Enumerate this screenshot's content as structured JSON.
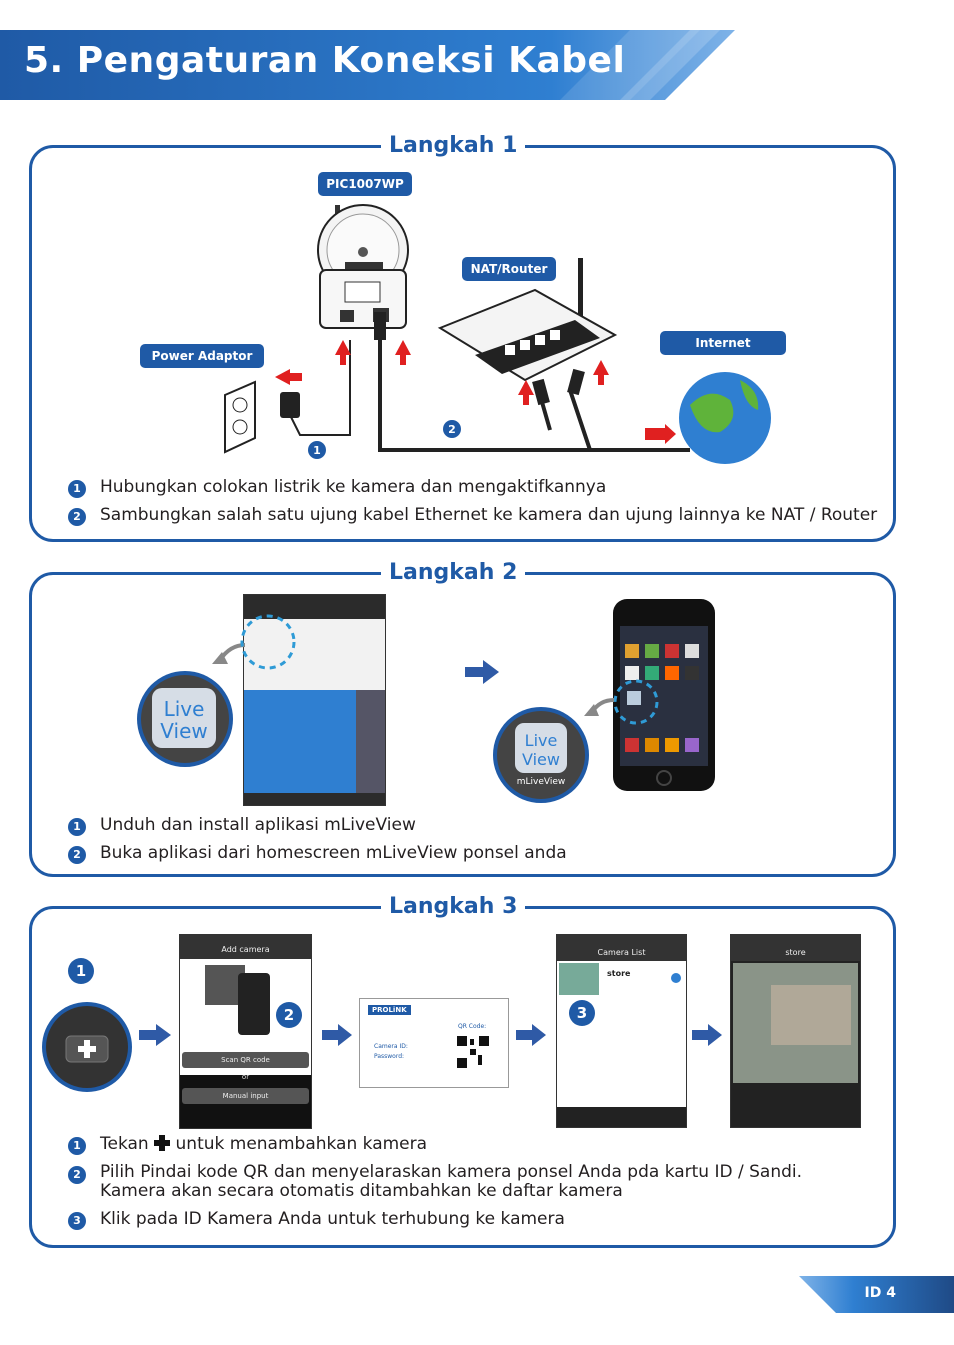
{
  "header": {
    "title": "5. Pengaturan Koneksi Kabel"
  },
  "step1": {
    "title": "Langkah 1",
    "labels": {
      "camera": "PIC1007WP",
      "router": "NAT/Router",
      "internet": "Internet",
      "adaptor": "Power Adaptor"
    },
    "markers": [
      "1",
      "2"
    ],
    "items": [
      {
        "num": "1",
        "text": "Hubungkan colokan listrik ke kamera dan mengaktifkannya"
      },
      {
        "num": "2",
        "text": "Sambungkan salah satu ujung kabel Ethernet ke kamera dan ujung lainnya ke NAT / Router"
      }
    ]
  },
  "step2": {
    "title": "Langkah 2",
    "icon_caption": "mLiveView",
    "items": [
      {
        "num": "1",
        "text": "Unduh dan install aplikasi mLiveView"
      },
      {
        "num": "2",
        "text": "Buka aplikasi dari homescreen mLiveView ponsel anda"
      }
    ]
  },
  "step3": {
    "title": "Langkah 3",
    "markers": [
      "1",
      "2",
      "3"
    ],
    "screen_add": {
      "title": "Add camera",
      "scan": "Scan QR code",
      "or": "or",
      "manual": "Manual input"
    },
    "card": {
      "brand": "PROLiNK",
      "qr": "QR Code:",
      "camera_id": "Camera ID:",
      "password": "Password:"
    },
    "screen_list": {
      "title": "Camera List",
      "item": "store"
    },
    "screen_view": {
      "title": "store"
    },
    "items": [
      {
        "num": "1",
        "before": "Tekan",
        "after": "untuk menambahkan kamera"
      },
      {
        "num": "2",
        "text": "Pilih Pindai kode QR dan menyelaraskan kamera ponsel Anda pda kartu ID / Sandi. Kamera akan secara otomatis ditambahkan ke daftar kamera"
      },
      {
        "num": "3",
        "text": "Klik pada ID Kamera Anda untuk terhubung ke kamera"
      }
    ]
  },
  "footer": {
    "page": "ID 4"
  },
  "colors": {
    "brand_blue": "#1f5aa6",
    "arrow_red": "#e02020"
  }
}
